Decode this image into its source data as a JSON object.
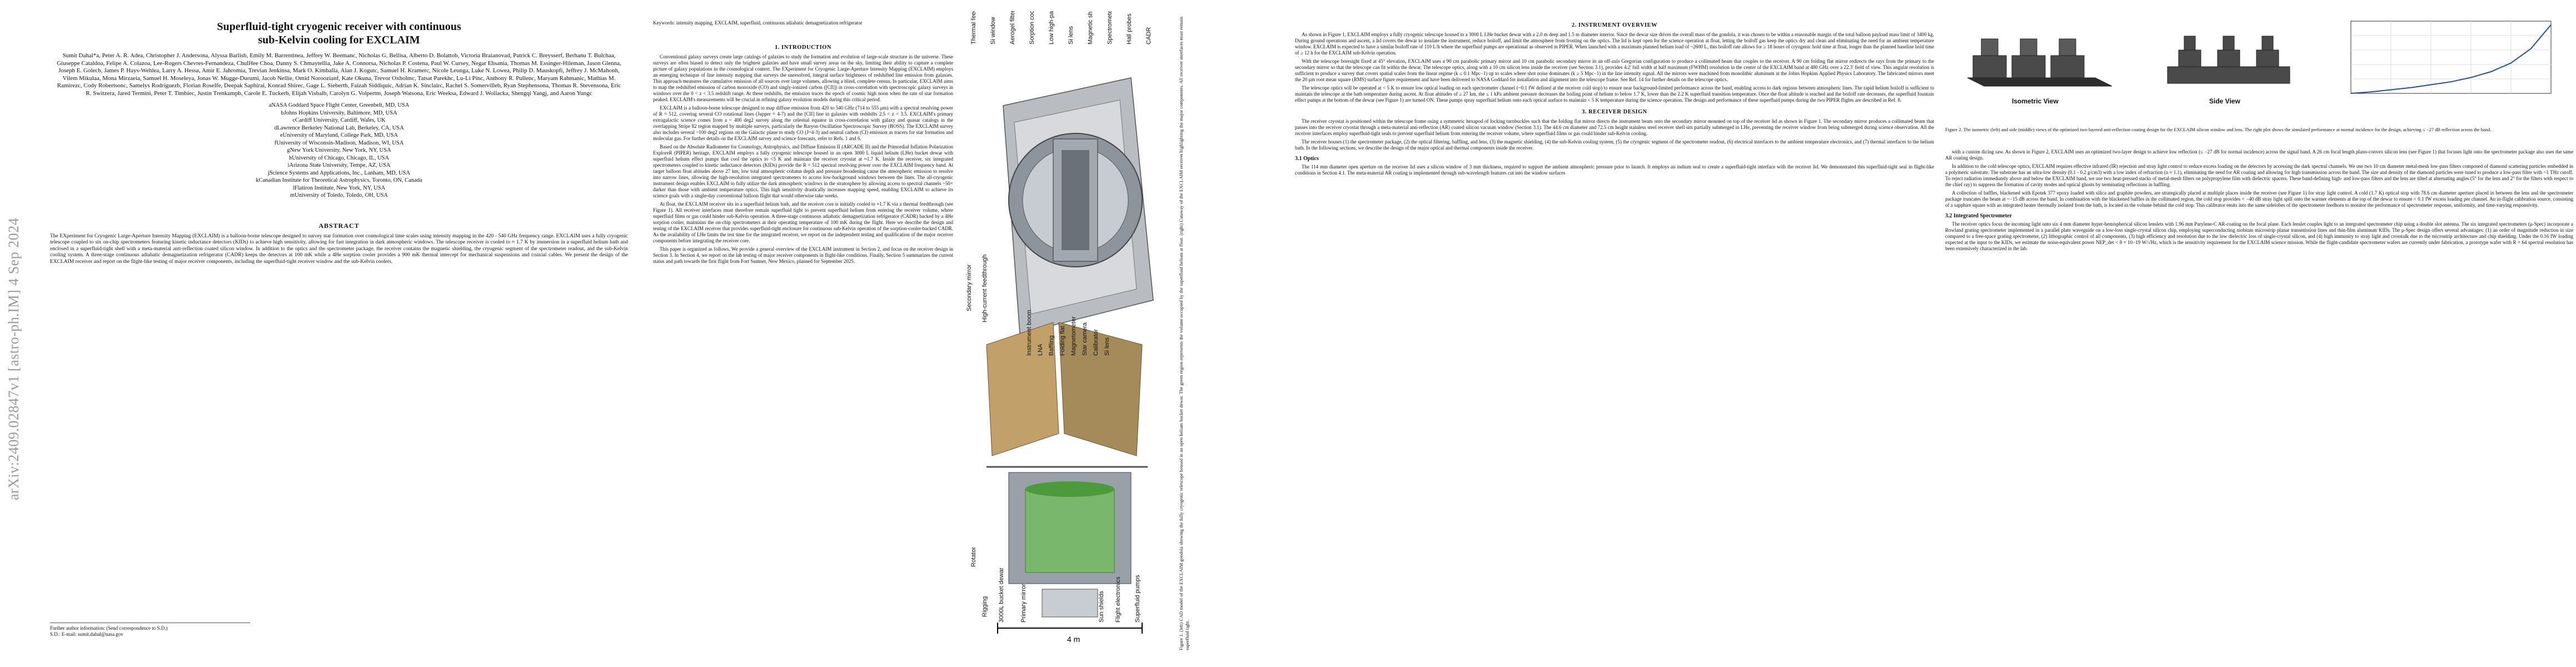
{
  "arxiv_stamp": "arXiv:2409.02847v1 [astro-ph.IM] 4 Sep 2024",
  "page1": {
    "title_line1": "Superfluid-tight cryogenic receiver with continuous",
    "title_line2": "sub-Kelvin cooling for EXCLAIM",
    "authors": "Sumit Dahal*a, Peter A. R. Adea, Christopher J. Andersona, Alyssa Barlisb, Emily M. Barrentinea, Jeffrey W. Beemanc, Nicholas G. Bellisa, Alberto D. Bolattob, Victoria Braianovad, Patrick C. Breysserf, Berhanu T. Bulchaa, Giuseppe Cataldoa, Felipe A. Colazoa, Lee-Rogers Chevres-Fernandeza, ChulHee Choa, Danny S. Chmaytellia, Jake A. Connorsa, Nicholas P. Costena, Paul W. Cursey, Negar Ehsania, Thomas M. Essinger-Hileman, Jason Glenna, Joseph E. Golecb, James P. Hays-Wehlea, Larry A. Hessa, Amir E. Jahromia, Trevian Jenkinsa, Mark O. Kimballa, Alan J. Kogutc, Samuel H. Kramerc, Nicole Leunga, Luke N. Lowea, Philip D. Mauskopfi, Jeffrey J. McMahonh, Vilem Mikulaa, Mona Mirzaeia, Samuel H. Moseleya, Jonas W. Mugge-Durumi, Jacob Nellie, Omid Noroozianf, Kate Okuna, Trevor Oxholmc, Tatsat Parekhc, Lu-Li Pinc, Anthony R. Pullenc, Maryam Rahmanic, Mathias M. Ramirezc, Cody Robertsonc, Samelys Rodriguezb, Florian Roselfe, Deepak Saphirai, Konrad Shirec, Gage L. Siebertb, Faizah Siddiquic, Adrian K. Sinclairc, Rachel S. Somervilleb, Ryan Stephensona, Thomas R. Stevensona, Eric R. Switzera, Jared Termini, Peter T. Timbiec, Justin Trenkampb, Carole E. Tuckerb, Elijah Visbalb, Carolyn G. Volpertm, Joseph Watsona, Eric Weeksa, Edward J. Wollacka, Shengqi Yangj, and Aaron Yungc",
    "affiliations": [
      "aNASA Goddard Space Flight Center, Greenbelt, MD, USA",
      "bJohns Hopkins University, Baltimore, MD, USA",
      "cCardiff University, Cardiff, Wales, UK",
      "dLawrence Berkeley National Lab, Berkeley, CA, USA",
      "eUniversity of Maryland, College Park, MD, USA",
      "fUniversity of Wisconsin-Madison, Madison, WI, USA",
      "gNew York University, New York, NY, USA",
      "hUniversity of Chicago, Chicago, IL, USA",
      "iArizona State University, Tempe, AZ, USA",
      "jScience Systems and Applications, Inc., Lanham, MD, USA",
      "kCanadian Institute for Theoretical Astrophysics, Toronto, ON, Canada",
      "lFlatiron Institute, New York, NY, USA",
      "mUniversity of Toledo, Toledo, OH, USA"
    ],
    "abstract_heading": "ABSTRACT",
    "abstract": "The EXperiment for Cryogenic Large-Aperture Intensity Mapping (EXCLAIM) is a balloon-borne telescope designed to survey star formation over cosmological time scales using intensity mapping in the 420 - 540 GHz frequency range. EXCLAIM uses a fully cryogenic telescope coupled to six on-chip spectrometers featuring kinetic inductance detectors (KIDs) to achieve high sensitivity, allowing for fast integration in dark atmospheric windows. The telescope receiver is cooled to ≈ 1.7 K by immersion in a superfluid helium bath and enclosed in a superfluid-tight shell with a meta-material anti-reflection coated silicon window. In addition to the optics and the spectrometer package, the receiver contains the magnetic shielding, the cryogenic segment of the spectrometer readout, and the sub-Kelvin cooling system. A three-stage continuous adiabatic demagnetization refrigerator (CADR) keeps the detectors at 100 mK while a 4He sorption cooler provides a 900 mK thermal intercept for mechanical suspensions and coaxial cables. We present the design of the EXCLAIM receiver and report on the flight-like testing of major receiver components, including the superfluid-tight receiver window and the sub-Kelvin coolers.",
    "footnote_line1": "Further author information: (Send correspondence to S.D.)",
    "footnote_line2": "S.D.: E-mail: sumit.dahal@nasa.gov"
  },
  "page2": {
    "keywords": "Keywords: intensity mapping, EXCLAIM, superfluid, continuous adiabatic demagnetization refrigerator",
    "sec1": "1. INTRODUCTION",
    "paragraphs": [
      "Conventional galaxy surveys create large catalogs of galaxies to study the formation and evolution of large-scale structure in the universe. These surveys are often biased to detect only the brightest galaxies and have small survey areas on the sky, limiting their ability to capture a complete picture of galaxy populations in the cosmological context. The EXperiment for Cryogenic Large-Aperture Intensity Mapping (EXCLAIM) employs an emerging technique of line intensity mapping that surveys the unresolved, integral surface brightness of redshifted line emission from galaxies. This approach measures the cumulative emission of all sources over large volumes, allowing a blind, complete census. In particular, EXCLAIM aims to map the redshifted emission of carbon monoxide (CO) and singly-ionized carbon ([CII]) in cross-correlation with spectroscopic galaxy surveys in windows over the 0 < z < 3.5 redshift range. At these redshifts, the emission traces the epoch of cosmic high noon when the rate of star formation peaked. EXCLAIM's measurements will be crucial in refining galaxy evolution models during this critical period.",
      "EXCLAIM is a balloon-borne telescope designed to map diffuse emission from 420 to 540 GHz (714 to 555 μm) with a spectral resolving power of R = 512, covering several CO rotational lines (Jupper = 4-7) and the [CII] line in galaxies with redshifts 2.5 < z < 3.5. EXCLAIM's primary extragalactic science comes from a ~ 400 deg2 survey along the celestial equator in cross-correlation with galaxy and quasar catalogs in the overlapping Stripe 82 region mapped by multiple surveys, particularly the Baryon Oscillation Spectroscopic Survey (BOSS). The EXCLAIM survey also includes several ~100 deg2 regions on the Galactic plane to study CO (J=4-3) and neutral carbon (CI) emission as tracers for star formation and molecular gas. For further details on the EXCLAIM survey and science forecasts, refer to Refs. 1 and 6.",
      "Based on the Absolute Radiometer for Cosmology, Astrophysics, and Diffuse Emission II (ARCADE II) and the Primordial Inflation Polarization ExploreR (PIPER) heritage, EXCLAIM employs a fully cryogenic telescope housed in an open 3000 L liquid helium (LHe) bucket dewar with superfluid helium effect pumps that cool the optics to <5 K and maintain the receiver cryostat at ≈1.7 K. Inside the receiver, six integrated spectrometers coupled to kinetic inductance detectors (KIDs) provide the R = 512 spectral resolving power over the EXCLAIM frequency band. At target balloon float altitudes above 27 km, low total atmospheric column depth and pressure broadening cause the atmospheric emission to resolve into narrow lines, allowing the high-resolution integrated spectrometers to access low-background windows between the lines. The all-cryogenic instrument design enables EXCLAIM to fully utilize the dark atmospheric windows in the stratosphere by allowing access to spectral channels ~50× darker than those with ambient temperature optics. This high sensitivity drastically increases mapping speed, enabling EXCLAIM to achieve its science goals with a single-day conventional balloon flight that would otherwise take weeks.",
      "At float, the EXCLAIM receiver sits in a superfluid helium bath, and the receiver core is initially cooled to ≈1.7 K via a thermal feedthrough (see Figure 1). All receiver interfaces must therefore remain superfluid tight to prevent superfluid helium from entering the receiver volume, where superfluid films or gas could hinder sub-Kelvin operation. A three-stage continuous adiabatic demagnetization refrigerator (CADR) backed by a 4He sorption cooler, maintains the on-chip spectrometers at their operating temperature of 100 mK during the flight. Here we describe the design and testing of the EXCLAIM receiver that provides superfluid-tight enclosure for continuous sub-Kelvin operation of the sorption-cooler-backed CADR. As the availability of LHe limits the test time for the integrated receiver, we report on the independent testing and qualification of the major receiver components before integrating the receiver core.",
      "This paper is organized as follows. We provide a general overview of the EXCLAIM instrument in Section 2, and focus on the receiver design in Section 3. In Section 4, we report on the lab testing of major receiver components in flight-like conditions. Finally, Section 5 summarizes the current status and path towards the first flight from Fort Sumner, New Mexico, planned for September 2025."
    ],
    "fig1_labels_top": [
      "Thermal feedthrough",
      "Si window",
      "Aerogel filter",
      "Sorption cooler",
      "Low high-pass filters",
      "Si lens",
      "Magnetic shield",
      "Spectrometer package",
      "Hall probes",
      "CADR"
    ],
    "fig1_labels_left": [
      "Secondary mirror",
      "High-current feedthrough",
      "Instrument boom",
      "LNA",
      "Baffling",
      "Folding flat",
      "Magnetometer",
      "Star camera",
      "Calibrator",
      "Si lens"
    ],
    "fig1_labels_bottom": [
      "Rotator",
      "Rigging",
      "3000L bucket dewar",
      "Primary mirror",
      "Sun shields",
      "Flight electronics",
      "Superfluid pumps"
    ],
    "fig1_scalebar": "4 m",
    "fig1_caption": "Figure 1. (left) CAD model of the EXCLAIM gondola showing the fully cryogenic telescope housed in an open helium bucket dewar. The green region represents the volume occupied by the superfluid helium at float. (right) Cutaway of the EXCLAIM receiver highlighting the major components. All receiver interfaces must remain superfluid tight."
  },
  "page3": {
    "sec2": "2. INSTRUMENT OVERVIEW",
    "p2": [
      "As shown in Figure 1, EXCLAIM employs a fully cryogenic telescope housed in a 3000 L LHe bucket dewar with a 2.0 m deep and 1.5 m diameter interior. Since the dewar size drives the overall mass of the gondola, it was chosen to be within a reasonable margin of the total balloon payload mass limit of 3400 kg. During ground operations and ascent, a lid covers the dewar to insulate the instrument, reduce boiloff, and limit the atmosphere from frosting on the optics. The lid is kept open for the science operation at float, letting the boiloff gas keep the optics dry and clean and eliminating the need for an ambient temperature window. EXCLAIM is expected to have a similar boiloff rate of 110 L/h where the superfluid pumps are operational as observed in PIPER. When launched with a maximum planned helium load of ~2600 L, this boiloff rate allows for ≥ 18 hours of cryogenic hold time at float, longer than the planned baseline hold time of ≥ 12 h for the EXCLAIM sub-Kelvin operation.",
      "With the telescope boresight fixed at 45° elevation, EXCLAIM uses a 90 cm parabolic primary mirror and 10 cm parabolic secondary mirror in an off-axis Gregorian configuration to produce a collimated beam that couples to the receiver. A 90 cm folding flat mirror redirects the rays from the primary to the secondary mirror so that the telescope can fit within the dewar. The telescope optics, along with a 10 cm silicon lens inside the receiver (see Section 3.1), provides 4.2' full width at half maximum (FWHM) resolution in the center of the EXCLAIM band at 480 GHz over a 22.3' field of view. This angular resolution is sufficient to produce a survey that covers spatial scales from the linear regime (k ≤ 0.1 Mpc−1) up to scales where shot noise dominates (k ≥ 5 Mpc−1) in the line intensity signal. All the mirrors were machined from monolithic aluminum at the Johns Hopkins Applied Physics Laboratory. The fabricated mirrors meet the 20 μm root mean square (RMS) surface figure requirement and have been delivered to NASA Goddard for installation and alignment into the telescope frame. See Ref. 14 for further details on the telescope optics.",
      "The telescope optics will be operated at < 5 K to ensure low optical loading on each spectrometer channel (~0.1 fW defined at the receiver cold stop) to ensure near background-limited performance across the band, enabling access to dark regions between atmospheric lines. The rapid helium boiloff is sufficient to maintain the telescope at the bath temperature during ascent. At float altitudes of ≥ 27 km, the ≤ 1 kPa ambient pressure decreases the boiling point of helium to below 1.7 K, lower than the 2.2 K superfluid transition temperature. Once the float altitude is reached and the boiloff rate decreases, the superfluid fountain effect pumps at the bottom of the dewar (see Figure 1) are turned ON. These pumps spray superfluid helium onto each optical surface to maintain < 5 K temperature during the science operation. The design and performance of these superfluid pumps during the two PIPER flights are described in Ref. 8."
    ],
    "sec3": "3. RECEIVER DESIGN",
    "p3": [
      "The receiver cryostat is positioned within the telescope frame using a symmetric hexapod of locking turnbuckles such that the folding flat mirror directs the instrument beam onto the secondary mirror mounted on top of the receiver lid as shown in Figure 1. The secondary mirror produces a collimated beam that passes into the receiver cryostat through a meta-material anti-reflection (AR) coated silicon vacuum window (Section 3.1). The 44.6 cm diameter and 72.5 cm height stainless steel receiver shell sits partially submerged in LHe, preventing the receiver window from being submerged during science observation. All the receiver interfaces employ superfluid-tight seals to prevent superfluid helium from entering the receiver volume, where superfluid films or gas could hinder sub-Kelvin cooling.",
      "The receiver houses (1) the spectrometer package, (2) the optical filtering, baffling, and lens, (3) the magnetic shielding, (4) the sub-Kelvin cooling system, (5) the cryogenic segment of the spectrometer readout, (6) electrical interfaces to the ambient temperature electronics, and (7) thermal interfaces to the helium bath. In the following sections, we describe the design of the major optical and thermal components inside the receiver."
    ],
    "sub31": "3.1 Optics",
    "p31": "The 114 mm diameter open aperture on the receiver lid uses a silicon window of 3 mm thickness, required to support the ambient atmospheric pressure prior to launch. It employs an indium seal to create a superfluid-tight interface with the receiver lid. We demonstrated this superfluid-tight seal in flight-like conditions in Section 4.1. The meta-material AR coating is implemented through sub-wavelength features cut into the window surfaces"
  },
  "page4": {
    "fig2_views": [
      "Isometric View",
      "Side View"
    ],
    "fig2_caption": "Figure 2. The isometric (left) and side (middle) views of the optimized two-layered anti-reflection coating design for the EXCLAIM silicon window and lens. The right plot shows the simulated performance at normal incidence for the design, achieving ≤ −27 dB reflection across the band.",
    "paragraphs": [
      "with a custom dicing saw. As shown in Figure 2, EXCLAIM uses an optimized two-layer design to achieve low reflection (≤ −27 dB for normal incidence) across the signal band. A 26 cm focal length plano-convex silicon lens (see Figure 1) that focuses light onto the spectrometer package also uses the same AR coating design.",
      "In addition to the cold telescope optics, EXCLAIM requires effective infrared (IR) rejection and stray light control to reduce excess loading on the detectors by accessing the dark spectral channels. We use two 10 cm diameter metal-mesh low-pass filters composed of diamond scattering particles embedded in a polymeric substrate. The substrate has an ultra-low density (0.1 - 0.2 g/cm3) with a low index of refraction (n ≈ 1.1), eliminating the need for AR coating and allowing for high transmission across the band. The size and density of the diamond particles were tuned to produce a low-pass filter with ~1 THz cutoff. To reject radiation immediately above and below the EXCLAIM band, we use two heat-pressed stacks of metal-mesh filters on polypropylene film with dielectric spacers. These band-defining high- and low-pass filters and the lens are tilted at alternating angles (5° for the lens and 2° for the filters with respect to the chief ray) to suppress the formation of cavity modes and optical ghosts by terminating reflections in baffling.",
      "A collection of baffles, blackened with Epotek 377 epoxy loaded with silica and graphite powders, are strategically placed at multiple places inside the receiver (see Figure 1) for stray light control. A cold (1.7 K) optical stop with 78.6 cm diameter aperture placed in between the lens and the spectrometer package truncates the beam at ~−15 dB across the band. In combination with the blackened baffles in the collimated region, the cold stop provides < −40 dB stray light spill onto the warmer elements at the top of the dewar to ensure < 0.1 fW excess loading per channel. An in-flight calibration source, consisting of a sapphire square with an integrated heater thermally isolated from the bath, is located in the volume behind the cold stop. This calibrator emits into the same sidelobes of the spectrometer feedhorn to monitor the performance of spectrometer response, uniformity, and time-varying responsivity."
    ],
    "sub32": "3.2 Integrated Spectrometer",
    "p32": "The receiver optics focus the incoming light onto six 4 mm diameter hyper-hemispherical silicon lenslets with 1.96 mm Parylene-C AR-coating on the focal plane. Each lenslet couples light to an integrated spectrometer chip using a double slot antenna. The six integrated spectrometers (μ-Spec) incorporate a Rowland grating spectrometer implemented in a parallel plate waveguide on a low-loss single-crystal silicon chip, employing superconducting niobium microstrip planar transmission lines and thin-film aluminum KIDs. The μ-Spec design offers several advantages: (1) an order of magnitude reduction in size compared to a free-space grating spectrometer, (2) lithographic control of all components, (3) high efficiency and resolution due to the low dielectric loss of single-crystal silicon, and (4) high immunity to stray light and crosstalk due to the microstrip architecture and chip shielding. Under the 0.16 fW loading expected at the input to the KIDs, we estimate the noise-equivalent power NEP_det < 8 × 10−19 W/√Hz, which is the sensitivity requirement for the EXCLAIM science mission. While the flight-candidate spectrometer wafers are currently under fabrication, a prototype wafer with R = 64 spectral resolution has been extensively characterized in the lab."
  },
  "chart_data": {
    "type": "line",
    "title": "",
    "xlabel": "",
    "ylabel": "",
    "x": [
      0,
      1,
      2,
      3,
      4,
      5,
      6,
      7,
      8,
      9,
      10
    ],
    "series": [
      {
        "values": [
          0.0,
          0.02,
          0.05,
          0.08,
          0.12,
          0.16,
          0.22,
          0.3,
          0.42,
          0.62,
          0.95
        ]
      }
    ],
    "grid": true
  }
}
